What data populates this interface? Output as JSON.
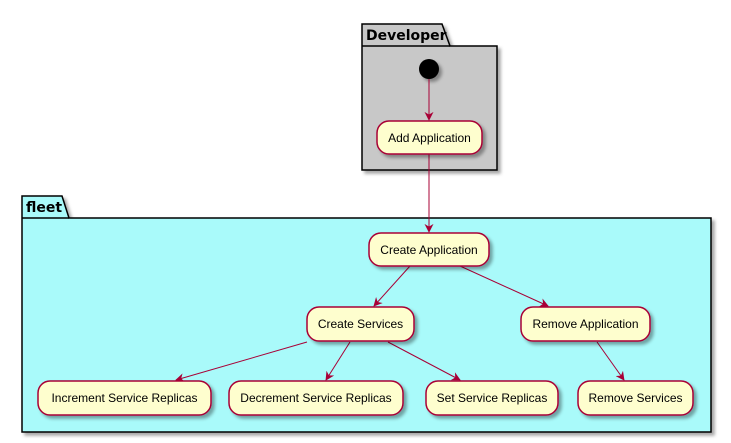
{
  "packages": {
    "developer": {
      "label": "Developer",
      "fill": "#C8C8C8"
    },
    "fleet": {
      "label": "fleet",
      "fill": "#A9FAFA"
    }
  },
  "nodes": {
    "add_application": "Add Application",
    "create_application": "Create Application",
    "create_services": "Create Services",
    "remove_application": "Remove Application",
    "increment_service_replicas": "Increment Service Replicas",
    "decrement_service_replicas": "Decrement Service Replicas",
    "set_service_replicas": "Set Service Replicas",
    "remove_services": "Remove Services"
  },
  "colors": {
    "node_fill": "#FEFECE",
    "node_border": "#A80036",
    "arrow": "#A80036",
    "start": "#000000"
  }
}
